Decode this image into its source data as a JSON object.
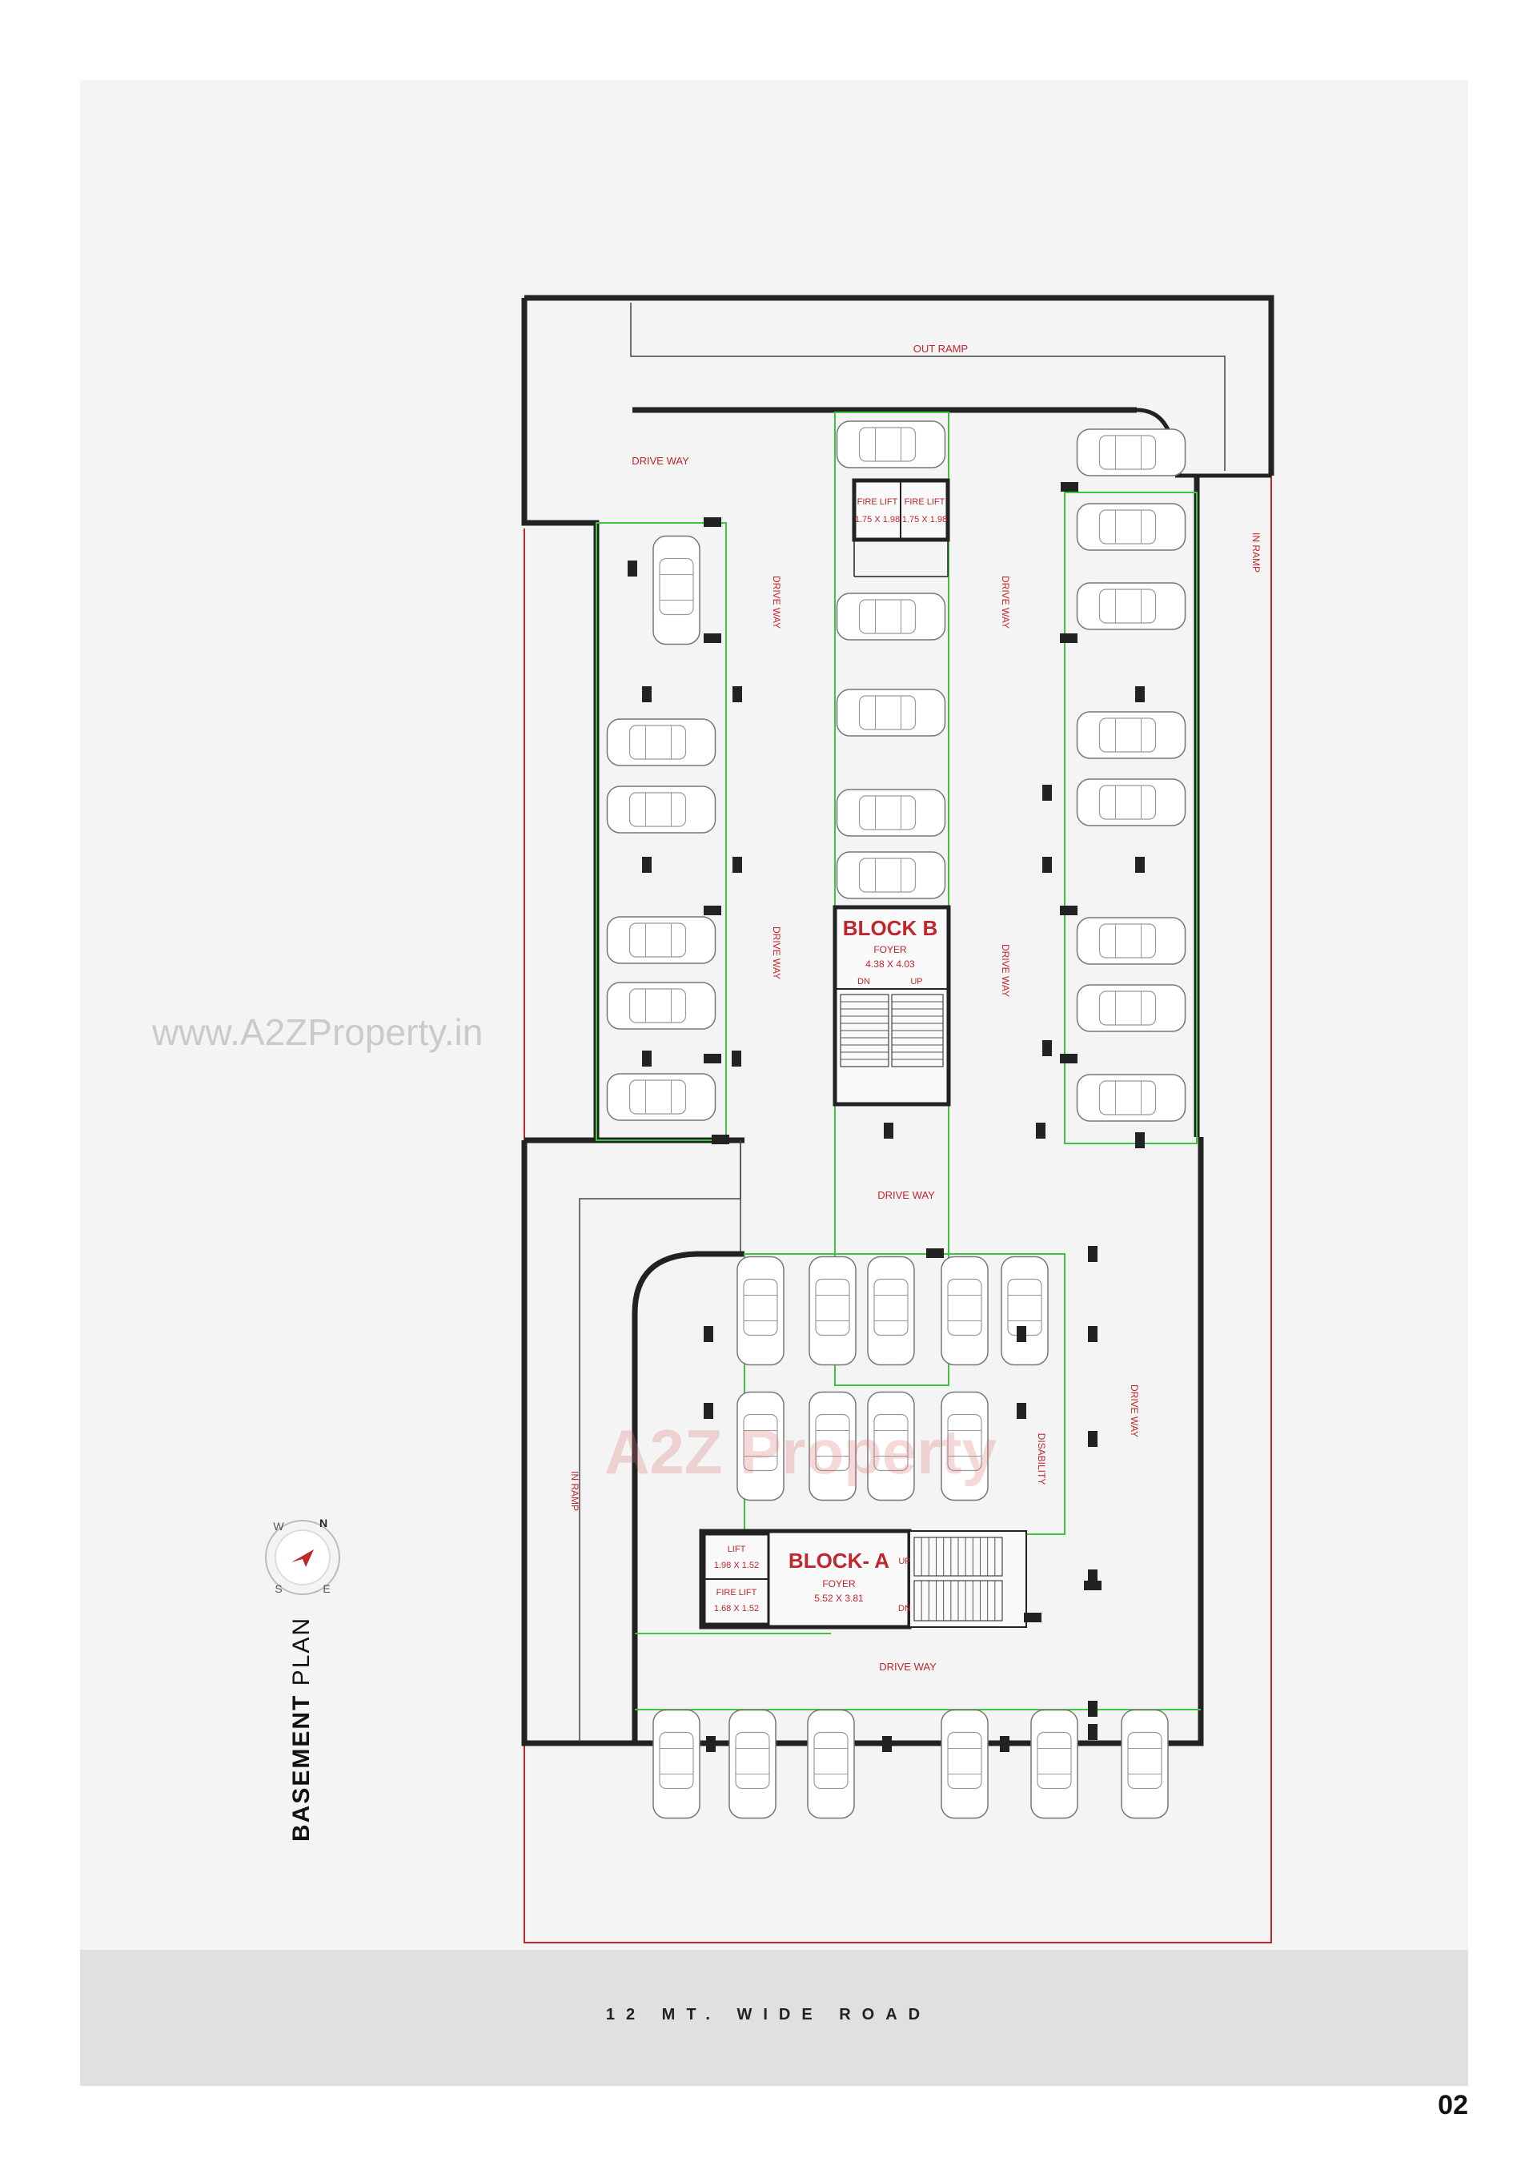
{
  "plan": {
    "title_bold": "BASEMENT",
    "title_light": "PLAN",
    "road": "12 MT. WIDE ROAD",
    "page_number": "02",
    "watermark_url": "www.A2ZProperty.in",
    "watermark_logo": "A2Z Property"
  },
  "compass": {
    "n": "N",
    "e": "E",
    "s": "S",
    "w": "W",
    "icon": "compass-icon"
  },
  "labels": {
    "out_ramp": "OUT RAMP",
    "in_ramp": "IN RAMP",
    "drive_way": "DRIVE WAY",
    "disability": "DISABILITY",
    "up": "UP",
    "dn": "DN"
  },
  "block_b": {
    "name": "BLOCK B",
    "foyer": "FOYER",
    "foyer_size": "4.38 X 4.03",
    "fire_lift_label": "FIRE LIFT",
    "fire_lift_size": "1.75 X 1.98"
  },
  "block_a": {
    "name": "BLOCK- A",
    "foyer": "FOYER",
    "foyer_size": "5.52 X 3.81",
    "lift_label": "LIFT",
    "lift_size": "1.98 X 1.52",
    "fire_lift_label": "FIRE LIFT",
    "fire_lift_size": "1.68 X 1.52"
  },
  "colors": {
    "wall": "#222222",
    "boundary": "#c0262d",
    "parking_outline": "#3ec43e",
    "label_red": "#c0262d"
  }
}
